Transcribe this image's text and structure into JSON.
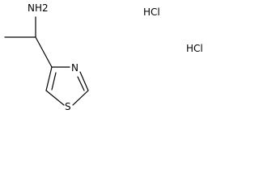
{
  "molecule": {
    "amine_label": "NH2",
    "nitrogen_label": "N",
    "sulfur_label": "S",
    "salt_labels": [
      "HCl",
      "HCl"
    ]
  }
}
